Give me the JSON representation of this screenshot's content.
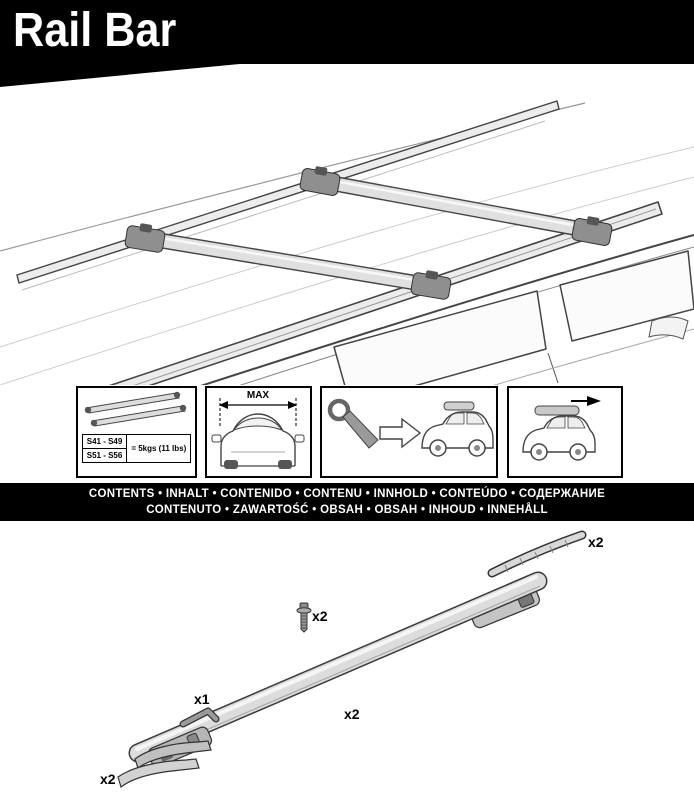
{
  "header": {
    "title": "Rail Bar"
  },
  "spec_boxes": {
    "fit_table": {
      "row1": "S41 - S49",
      "row2": "S51 - S56",
      "load": "= 5kgs (11 lbs)"
    },
    "max_label": "MAX"
  },
  "contents_band": {
    "line1": "CONTENTS • INHALT • CONTENIDO • CONTENU • INNHOLD • CONTEÚDO • СОДЕРЖАНИЕ",
    "line2": "CONTENUTO • ZAWARTOŚĆ • OBSAH • OBSAH • INHOUD • INNEHÅLL"
  },
  "parts": {
    "bar_qty": "x2",
    "strip_qty": "x2",
    "screw_qty": "x2",
    "allen_key_qty": "x1",
    "end_caps_qty": "x2"
  },
  "colors": {
    "band_bg": "#000000",
    "band_text": "#ffffff",
    "line_art": "#444444"
  }
}
